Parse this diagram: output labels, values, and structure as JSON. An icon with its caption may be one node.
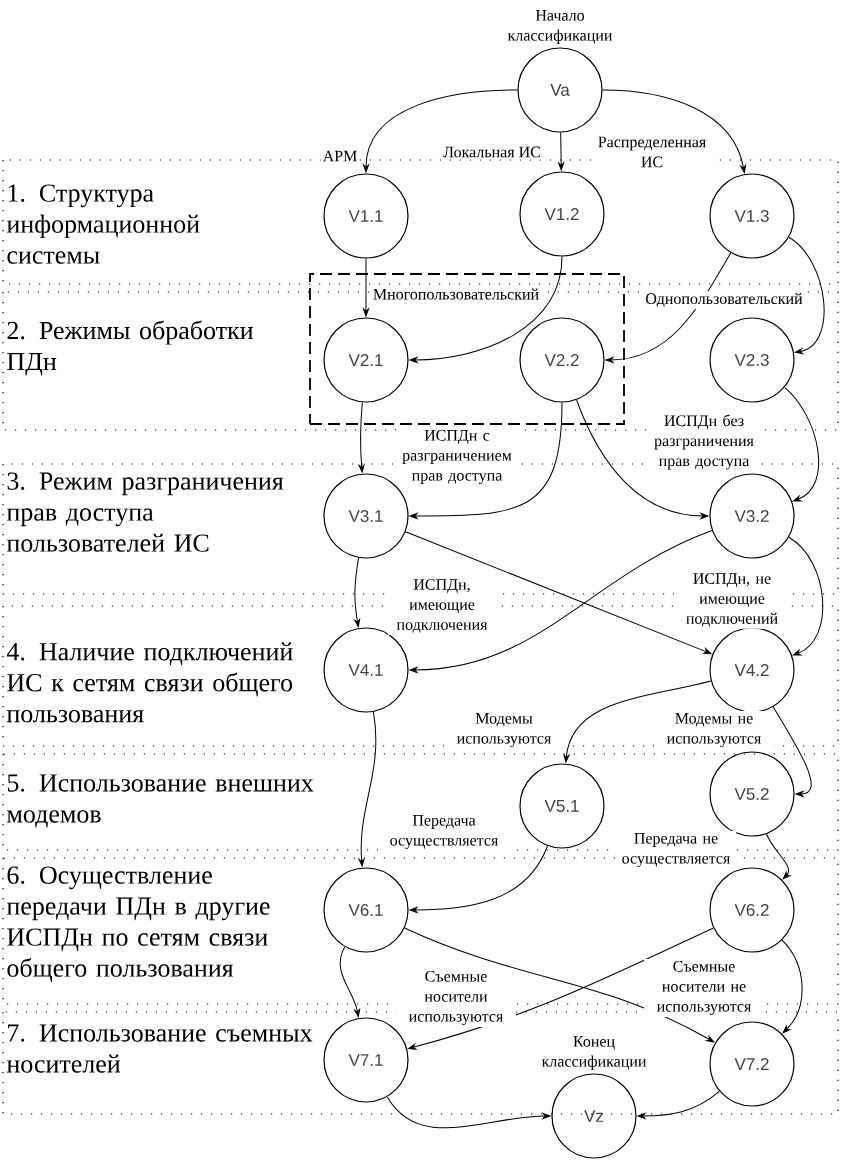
{
  "diagram": {
    "nodes": [
      {
        "text": [
          "Va"
        ],
        "beside": [
          "Начало классификации"
        ]
      },
      {
        "text": [
          "V1.1"
        ]
      },
      {
        "text": [
          "V1.2"
        ]
      },
      {
        "text": [
          "V1.3"
        ]
      },
      {
        "text": [],
        "shape": "box"
      },
      {
        "text": [
          "V2.1"
        ],
        "in": 4
      },
      {
        "text": [
          "V2.2"
        ],
        "in": 4
      },
      {
        "text": [
          "V2.3"
        ]
      },
      {
        "text": [
          "V3.1"
        ]
      },
      {
        "text": [
          "V3.2"
        ]
      },
      {
        "text": [
          "V4.1"
        ]
      },
      {
        "text": [
          "V4.2"
        ]
      },
      {
        "text": [
          "V5.1"
        ]
      },
      {
        "text": [
          "V5.2"
        ]
      },
      {
        "text": [
          "V6.1"
        ]
      },
      {
        "text": [
          "V6.2"
        ]
      },
      {
        "text": [
          "V7.1"
        ]
      },
      {
        "text": [
          "V7.2"
        ]
      },
      {
        "text": [
          "Vz"
        ],
        "beside": [
          "Конец классификации"
        ]
      }
    ],
    "edges": [
      {
        "from": 0,
        "to": 1,
        "arrow": "to",
        "label": "АРМ"
      },
      {
        "from": 0,
        "to": 2,
        "arrow": "to",
        "label": "Локальная ИС"
      },
      {
        "from": 0,
        "to": 3,
        "arrow": "to",
        "label": "Распределенная ИС"
      },
      {
        "from": 1,
        "to": 5,
        "arrow": "to"
      },
      {
        "from": 2,
        "to": 5,
        "arrow": "to",
        "label": "Многопользовательский"
      },
      {
        "from": 3,
        "to": 6,
        "arrow": "to",
        "label": "Однопользовательский"
      },
      {
        "from": 3,
        "to": 7,
        "arrow": "to"
      },
      {
        "from": 5,
        "to": 8,
        "arrow": "to"
      },
      {
        "from": 6,
        "to": 8,
        "arrow": "to",
        "label": "ИСПДн с разграничением прав доступа"
      },
      {
        "from": 6,
        "to": 9,
        "arrow": "to"
      },
      {
        "from": 7,
        "to": 9,
        "arrow": "to",
        "label": "ИСПДн без разграничения прав доступа"
      },
      {
        "from": 8,
        "to": 10,
        "arrow": "to",
        "label": "ИСПДн, имеющие подключения"
      },
      {
        "from": 8,
        "to": 11,
        "arrow": "to"
      },
      {
        "from": 9,
        "to": 10,
        "arrow": "to"
      },
      {
        "from": 9,
        "to": 11,
        "arrow": "to",
        "label": "ИСПДн, не имеющие подключений"
      },
      {
        "from": 11,
        "to": 12,
        "arrow": "to",
        "label": "Модемы используются"
      },
      {
        "from": 11,
        "to": 13,
        "arrow": "to",
        "label": "Модемы не используются"
      },
      {
        "from": 10,
        "to": 14,
        "arrow": "to",
        "label": "Передача осуществляется"
      },
      {
        "from": 12,
        "to": 14,
        "arrow": "to"
      },
      {
        "from": 13,
        "to": 15,
        "arrow": "to",
        "label": "Передача не осуществляется"
      },
      {
        "from": 14,
        "to": 16,
        "arrow": "to"
      },
      {
        "from": 14,
        "to": 17,
        "arrow": "to",
        "label": "Съемные носители не используются"
      },
      {
        "from": 15,
        "to": 16,
        "arrow": "to",
        "label": "Съемные носители используются"
      },
      {
        "from": 15,
        "to": 17,
        "arrow": "to"
      },
      {
        "from": 16,
        "to": 18,
        "arrow": "to"
      },
      {
        "from": 17,
        "to": 18,
        "arrow": "to"
      }
    ],
    "labels": [
      "1. Структура информационной системы",
      "2. Режимы обработки ПДн",
      "3. Режим разграничения прав доступа пользователей ИС",
      "4. Наличие подключений ИС к сетям связи общего пользования",
      "5. Использование внешних модемов",
      "6. Осуществление передачи ПДн в другие ИСПДн по сетям связи общего пользования",
      "7. Использование съемных носителей"
    ]
  }
}
